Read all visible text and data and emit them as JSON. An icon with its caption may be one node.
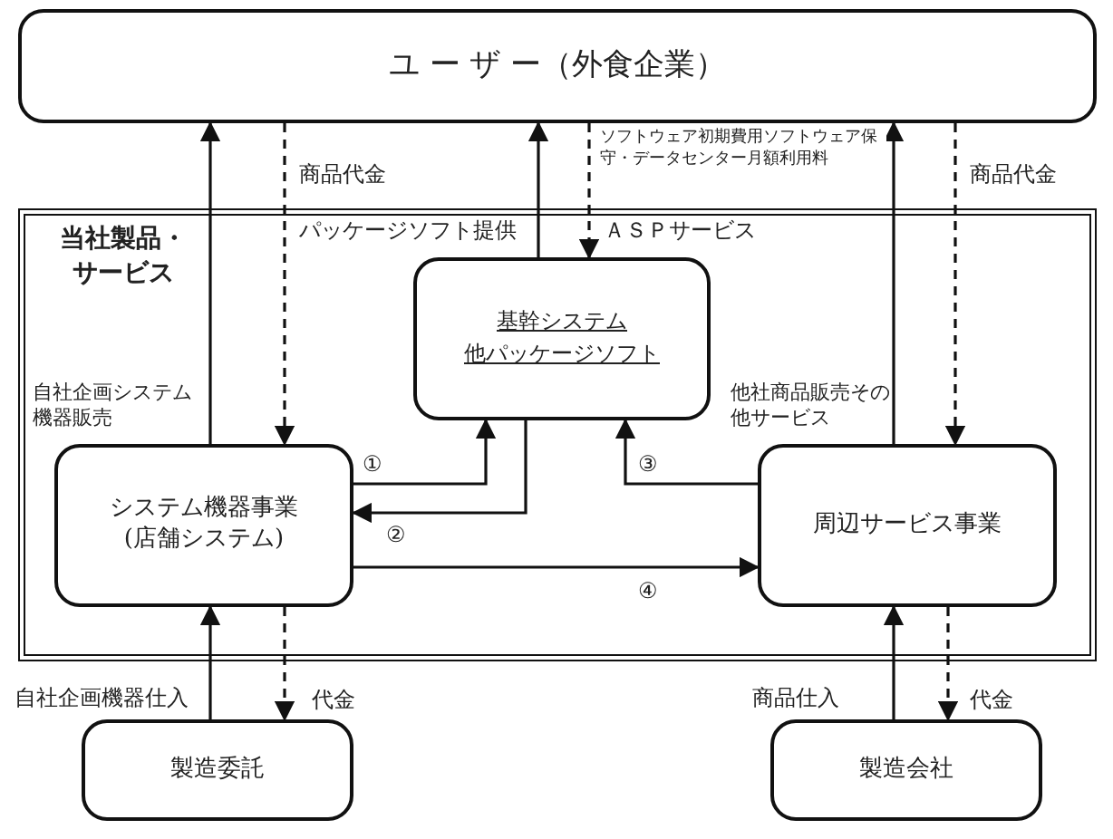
{
  "diagram": {
    "nodes": [
      {
        "text": [
          "ユ ー ザ ー（外食企業）"
        ]
      },
      {
        "text": [
          "当社製品・サービス"
        ]
      },
      {
        "text": [
          "基幹システム",
          "他パッケージソフト"
        ],
        "in": 1
      },
      {
        "text": [
          "システム機器事業 (店舗システム)"
        ],
        "in": 1
      },
      {
        "text": [
          "周辺サービス事業"
        ],
        "in": 1
      },
      {
        "text": [
          "製造委託"
        ]
      },
      {
        "text": [
          "製造会社"
        ]
      }
    ],
    "edges": [
      {
        "from": 3,
        "to": 0,
        "arrow": "to"
      },
      {
        "from": 0,
        "to": 3,
        "arrow": "to",
        "style": "dashed",
        "label": "商品代金"
      },
      {
        "from": 2,
        "to": 0,
        "arrow": "to"
      },
      {
        "from": 0,
        "to": 2,
        "arrow": "to",
        "style": "dashed",
        "label": "ソフトウェア初期費用ソフトウェア保守・データセンター月額利用料"
      },
      {
        "from": 4,
        "to": 0,
        "arrow": "to"
      },
      {
        "from": 0,
        "to": 4,
        "arrow": "to",
        "style": "dashed",
        "label": "商品代金"
      },
      {
        "from": 3,
        "to": 2,
        "arrow": "to",
        "label": "①"
      },
      {
        "from": 2,
        "to": 3,
        "arrow": "to",
        "label": "②"
      },
      {
        "from": 4,
        "to": 2,
        "arrow": "to",
        "label": "③"
      },
      {
        "from": 3,
        "to": 4,
        "arrow": "to",
        "label": "④"
      },
      {
        "from": 5,
        "to": 3,
        "arrow": "to"
      },
      {
        "from": 3,
        "to": 5,
        "arrow": "to",
        "style": "dashed",
        "label": "代金"
      },
      {
        "from": 6,
        "to": 4,
        "arrow": "to"
      },
      {
        "from": 4,
        "to": 6,
        "arrow": "to",
        "style": "dashed",
        "label": "代金"
      }
    ],
    "labels": [
      "パッケージソフト提供",
      "ＡＳＰサービス",
      "自社企画システム機器販売",
      "他社商品販売その他サービス",
      "自社企画機器仕入",
      "商品仕入"
    ]
  }
}
